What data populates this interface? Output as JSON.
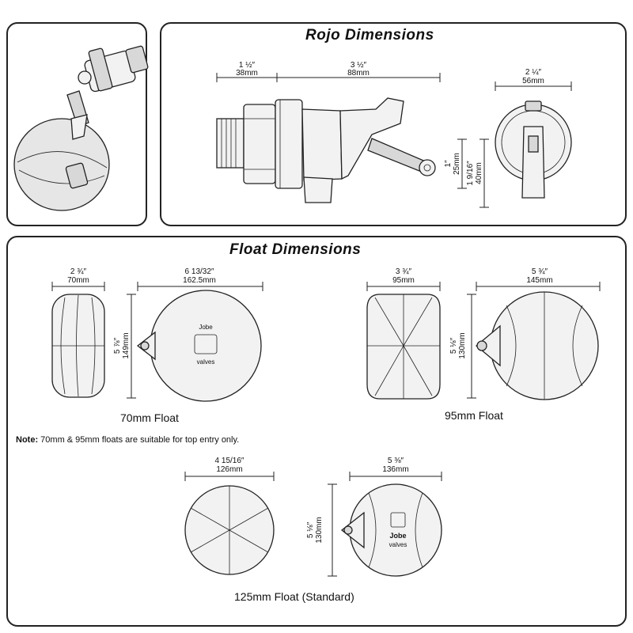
{
  "rojo": {
    "title": "Rojo Dimensions",
    "dims": {
      "d1": {
        "frac": "1 ½″",
        "mm": "38mm"
      },
      "d2": {
        "frac": "3 ½″",
        "mm": "88mm"
      },
      "d3": {
        "frac": "2 ¼″",
        "mm": "56mm"
      },
      "d4": {
        "frac": "1″",
        "mm": "25mm"
      },
      "d5": {
        "frac": "1 9/16″",
        "mm": "40mm"
      }
    }
  },
  "float": {
    "title": "Float Dimensions",
    "f70": {
      "label": "70mm Float",
      "w": {
        "frac": "2 ¾″",
        "mm": "70mm"
      },
      "d": {
        "frac": "6 13/32″",
        "mm": "162.5mm"
      },
      "h": {
        "frac": "5 ⅞″",
        "mm": "149mm"
      }
    },
    "f95": {
      "label": "95mm Float",
      "w": {
        "frac": "3 ¾″",
        "mm": "95mm"
      },
      "d": {
        "frac": "5 ¾″",
        "mm": "145mm"
      },
      "h": {
        "frac": "5 ⅛″",
        "mm": "130mm"
      }
    },
    "note_bold": "Note:",
    "note_text": " 70mm & 95mm floats are suitable for top entry only.",
    "f125": {
      "label": "125mm Float (Standard)",
      "w": {
        "frac": "4 15/16″",
        "mm": "126mm"
      },
      "d": {
        "frac": "5 ⅜″",
        "mm": "136mm"
      },
      "h": {
        "frac": "5 ⅛″",
        "mm": "130mm"
      }
    },
    "brand": {
      "line1": "Jobe",
      "line2": "valves"
    }
  }
}
